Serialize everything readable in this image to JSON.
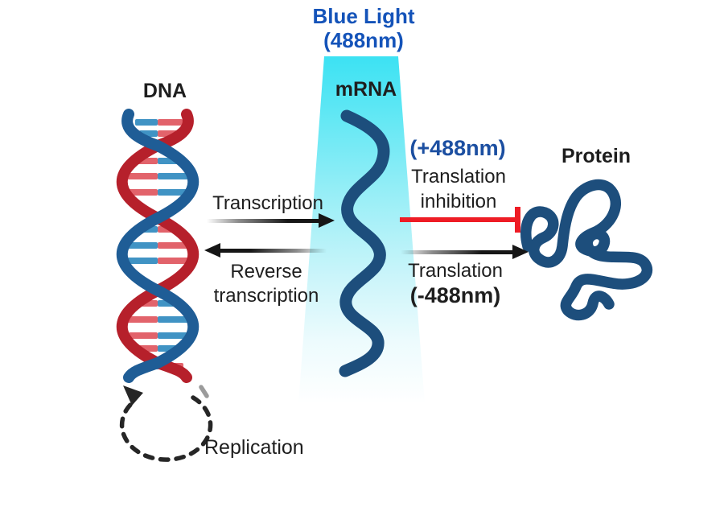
{
  "figure": {
    "title_line1": "Blue Light",
    "title_line2": "(488nm)"
  },
  "molecules": {
    "dna_label": "DNA",
    "mrna_label": "mRNA",
    "protein_label": "Protein"
  },
  "processes": {
    "transcription_label": "Transcription",
    "reverse_transcription_line1": "Reverse",
    "reverse_transcription_line2": "transcription",
    "translation_inhibition_condition": "(+488nm)",
    "translation_inhibition_line1": "Translation",
    "translation_inhibition_line2": "inhibition",
    "translation_label": "Translation",
    "translation_condition": "(-488nm)",
    "replication_label": "Replication"
  },
  "colors": {
    "title_blue": "#1453b9",
    "condition_blue": "#1c4fa1",
    "text_black": "#1e1e1e",
    "beam_cyan": "#3ce2f3",
    "dna_strand_red": "#b6202b",
    "dna_strand_blue": "#1f5d96",
    "dna_rung_red": "#e2636b",
    "dna_rung_blue": "#4093c4",
    "rna_protein_blue": "#1d4e7c",
    "inhibition_red": "#ee1c25",
    "arrow_black": "#161616",
    "replication_dash": "#262626",
    "replication_faded_dash": "#9b9b9b"
  }
}
